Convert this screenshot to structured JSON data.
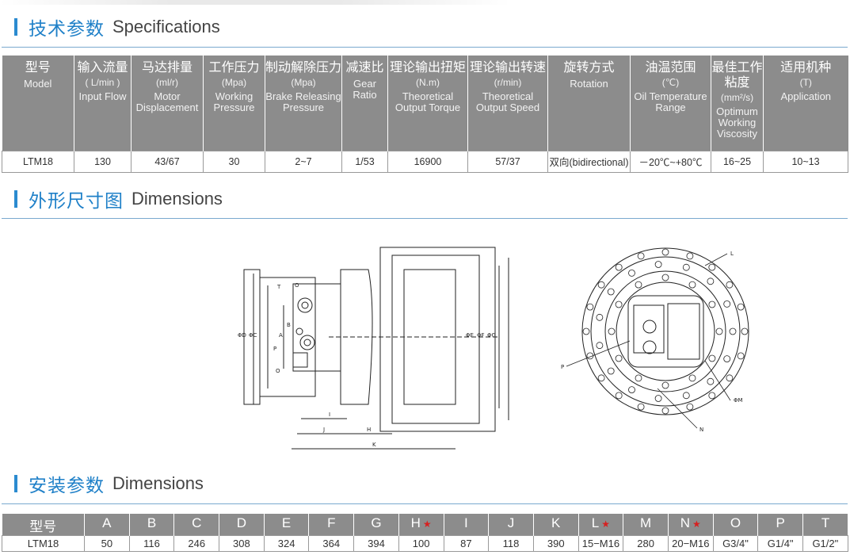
{
  "section_specs": {
    "cn": "技术参数",
    "en": "Specifications"
  },
  "section_dims": {
    "cn": "外形尺寸图",
    "en": "Dimensions"
  },
  "section_mount": {
    "cn": "安装参数",
    "en": "Dimensions"
  },
  "spec_table": {
    "headers": [
      {
        "cn": "型号",
        "unit": "",
        "en": "Model"
      },
      {
        "cn": "输入流量",
        "unit": "( L/min )",
        "en": "Input Flow"
      },
      {
        "cn": "马达排量",
        "unit": "(ml/r)",
        "en": "Motor Displacement"
      },
      {
        "cn": "工作压力",
        "unit": "(Mpa)",
        "en": "Working Pressure"
      },
      {
        "cn": "制动解除压力",
        "unit": "(Mpa)",
        "en": "Brake Releasing Pressure"
      },
      {
        "cn": "减速比",
        "unit": "",
        "en": "Gear Ratio"
      },
      {
        "cn": "理论输出扭矩",
        "unit": "(N.m)",
        "en": "Theoretical Output Torque"
      },
      {
        "cn": "理论输出转速",
        "unit": "(r/min)",
        "en": "Theoretical Output Speed"
      },
      {
        "cn": "旋转方式",
        "unit": "",
        "en": "Rotation"
      },
      {
        "cn": "油温范围",
        "unit": "(℃)",
        "en": "Oil Temperature Range"
      },
      {
        "cn": "最佳工作粘度",
        "unit": "(mm²/s)",
        "en": "Optimum Working Viscosity"
      },
      {
        "cn": "适用机种",
        "unit": "(T)",
        "en": "Application"
      }
    ],
    "row": [
      "LTM18",
      "130",
      "43/67",
      "30",
      "2~7",
      "1/53",
      "16900",
      "57/37",
      "双向(bidirectional)",
      "－20℃~+80℃",
      "16~25",
      "10~13"
    ]
  },
  "mount_table": {
    "headers": [
      {
        "label": "型号",
        "star": false
      },
      {
        "label": "A",
        "star": false
      },
      {
        "label": "B",
        "star": false
      },
      {
        "label": "C",
        "star": false
      },
      {
        "label": "D",
        "star": false
      },
      {
        "label": "E",
        "star": false
      },
      {
        "label": "F",
        "star": false
      },
      {
        "label": "G",
        "star": false
      },
      {
        "label": "H",
        "star": true
      },
      {
        "label": "I",
        "star": false
      },
      {
        "label": "J",
        "star": false
      },
      {
        "label": "K",
        "star": false
      },
      {
        "label": "L",
        "star": true
      },
      {
        "label": "M",
        "star": false
      },
      {
        "label": "N",
        "star": true
      },
      {
        "label": "O",
        "star": false
      },
      {
        "label": "P",
        "star": false
      },
      {
        "label": "T",
        "star": false
      }
    ],
    "star_symbol": "★",
    "row": [
      "LTM18",
      "50",
      "116",
      "246",
      "308",
      "324",
      "364",
      "394",
      "100",
      "87",
      "118",
      "390",
      "15−M16",
      "280",
      "20−M16",
      "G3/4\"",
      "G1/4\"",
      "G1/2\""
    ]
  },
  "drawing_labels": {
    "side": {
      "T": "T",
      "O": "O",
      "B": "B",
      "A": "A",
      "P": "P",
      "O2": "O",
      "dD": "ΦD",
      "dC": "ΦC",
      "dE": "ΦE",
      "dF": "ΦF",
      "dG": "ΦG",
      "I": "I",
      "J": "J",
      "H": "H",
      "K": "K"
    },
    "front": {
      "L": "L",
      "P": "P",
      "dM": "ΦM",
      "N": "N"
    }
  },
  "colors": {
    "accent": "#2b8bd0",
    "header_bg": "#8c8c8c",
    "star": "#d62020"
  }
}
